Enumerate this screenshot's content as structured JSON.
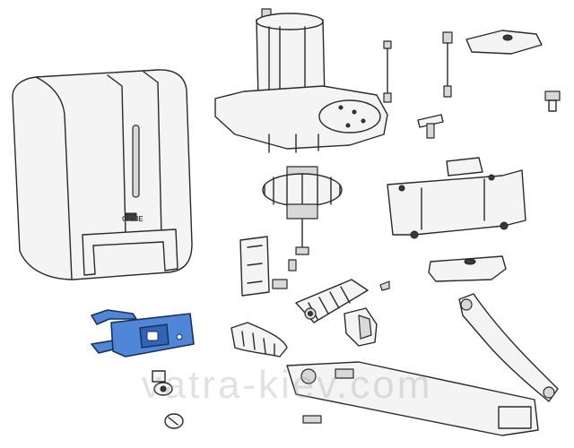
{
  "watermark": "vatra-kiev.com",
  "housing_logo": "CAME",
  "colors": {
    "highlight": "#4f86d8",
    "highlight_dark": "#2f64b8",
    "line": "#2a2a2a",
    "watermark": "#969696"
  },
  "parts": [
    {
      "id": "cover",
      "icon": "cover-housing"
    },
    {
      "id": "motor",
      "icon": "motor-unit"
    },
    {
      "id": "bolt-long",
      "icon": "long-bolt"
    },
    {
      "id": "bolt-tall",
      "icon": "tall-bolt"
    },
    {
      "id": "bolt-small",
      "icon": "small-bolt"
    },
    {
      "id": "bracket-top",
      "icon": "slotted-bracket"
    },
    {
      "id": "release-key",
      "icon": "t-key"
    },
    {
      "id": "frame",
      "icon": "support-frame"
    },
    {
      "id": "gear",
      "icon": "gear-wheel"
    },
    {
      "id": "limit-switch",
      "icon": "limit-switch-assembly"
    },
    {
      "id": "worm-gear",
      "icon": "worm-gear"
    },
    {
      "id": "clip",
      "icon": "clip"
    },
    {
      "id": "release-lever",
      "icon": "release-lever",
      "highlighted": true
    },
    {
      "id": "cam-left",
      "icon": "curved-cam"
    },
    {
      "id": "cam-right",
      "icon": "cam-block"
    },
    {
      "id": "lock-cylinder",
      "icon": "lock-cylinder"
    },
    {
      "id": "plug",
      "icon": "plug"
    },
    {
      "id": "pin",
      "icon": "pin"
    },
    {
      "id": "arm-long",
      "icon": "straight-arm"
    },
    {
      "id": "arm-curved",
      "icon": "curved-arm"
    },
    {
      "id": "bracket-lower",
      "icon": "lower-bracket"
    }
  ]
}
